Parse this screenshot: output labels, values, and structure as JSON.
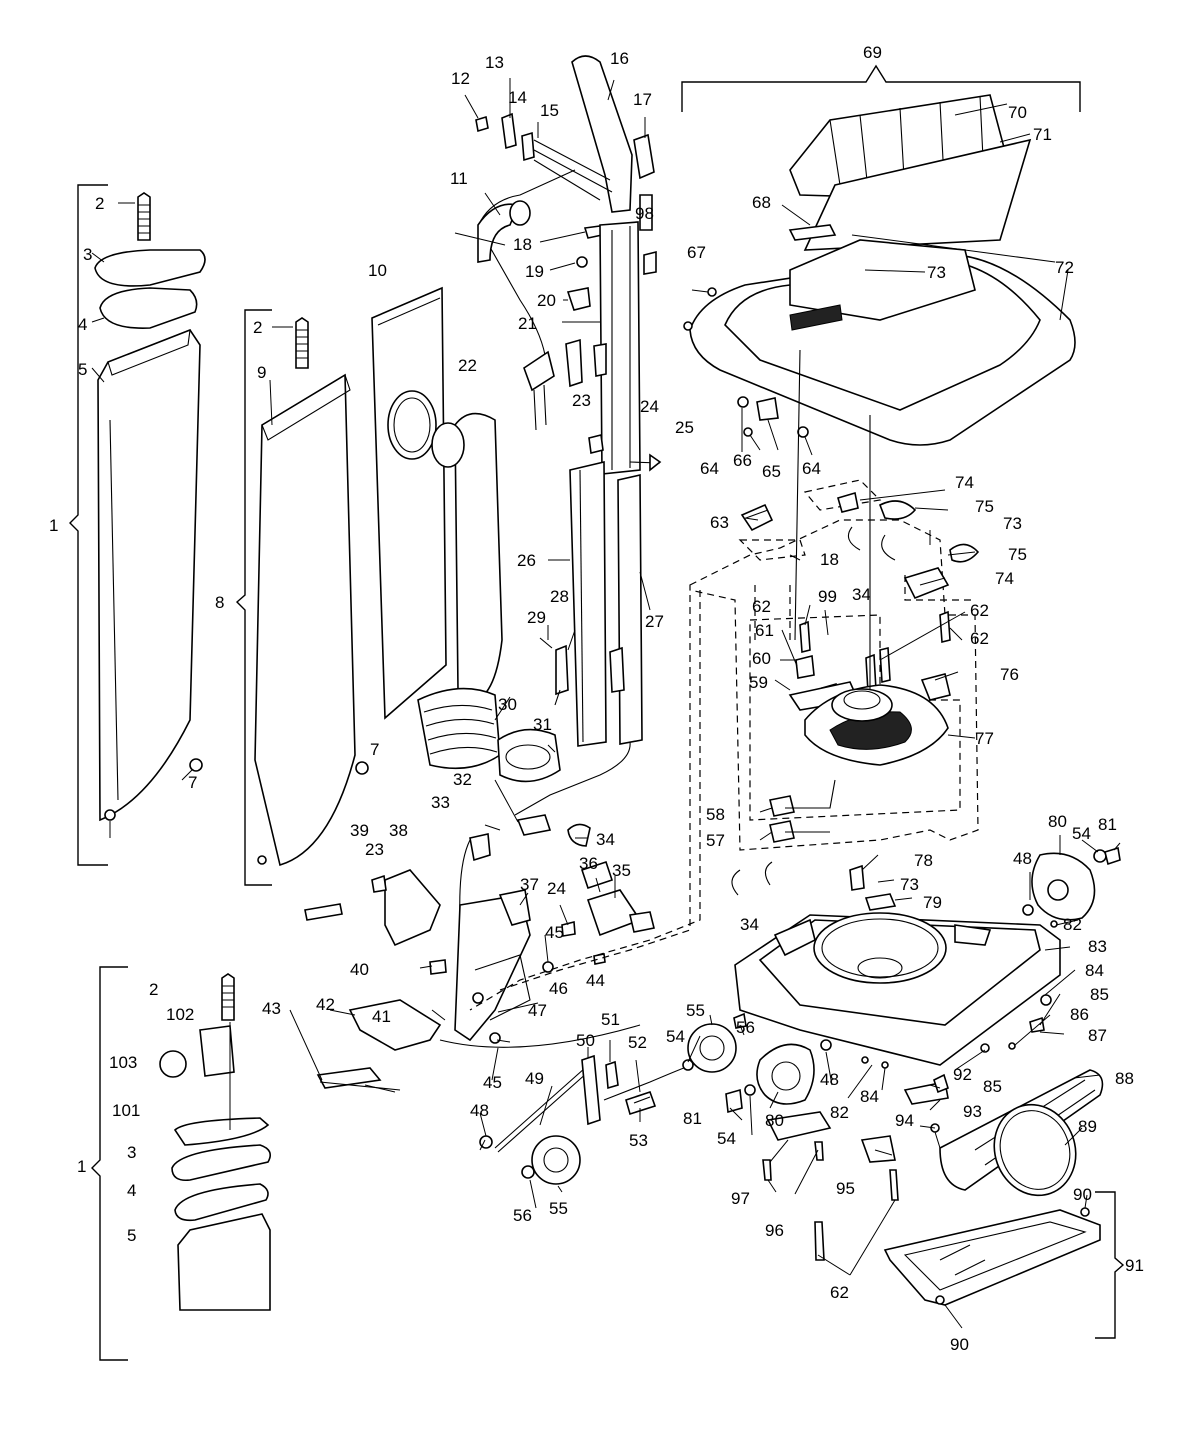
{
  "labels": {
    "l1a": "1",
    "l1b": "1",
    "l2a": "2",
    "l2b": "2",
    "l2c": "2",
    "l3a": "3",
    "l3b": "3",
    "l4a": "4",
    "l4b": "4",
    "l5a": "5",
    "l5b": "5",
    "l7a": "7",
    "l7b": "7",
    "l8": "8",
    "l9": "9",
    "l10": "10",
    "l11": "11",
    "l12": "12",
    "l13": "13",
    "l14": "14",
    "l15": "15",
    "l16": "16",
    "l17": "17",
    "l18a": "18",
    "l18b": "18",
    "l19": "19",
    "l20": "20",
    "l21": "21",
    "l22": "22",
    "l23a": "23",
    "l23b": "23",
    "l24a": "24",
    "l24b": "24",
    "l25": "25",
    "l26": "26",
    "l27": "27",
    "l28": "28",
    "l29": "29",
    "l30": "30",
    "l31": "31",
    "l32": "32",
    "l33": "33",
    "l34a": "34",
    "l34b": "34",
    "l34c": "34",
    "l35": "35",
    "l36": "36",
    "l37": "37",
    "l38": "38",
    "l39": "39",
    "l40": "40",
    "l41": "41",
    "l42": "42",
    "l43": "43",
    "l44": "44",
    "l45a": "45",
    "l45b": "45",
    "l46": "46",
    "l47": "47",
    "l48a": "48",
    "l48b": "48",
    "l48c": "48",
    "l49": "49",
    "l50": "50",
    "l51": "51",
    "l52": "52",
    "l53": "53",
    "l54a": "54",
    "l54b": "54",
    "l54c": "54",
    "l55a": "55",
    "l55b": "55",
    "l56a": "56",
    "l56b": "56",
    "l57": "57",
    "l58": "58",
    "l59": "59",
    "l60": "60",
    "l61": "61",
    "l62a": "62",
    "l62b": "62",
    "l62c": "62",
    "l62d": "62",
    "l63": "63",
    "l64a": "64",
    "l64b": "64",
    "l65": "65",
    "l66": "66",
    "l67": "67",
    "l68": "68",
    "l69": "69",
    "l70": "70",
    "l71": "71",
    "l72": "72",
    "l73a": "73",
    "l73b": "73",
    "l73c": "73",
    "l74a": "74",
    "l74b": "74",
    "l75a": "75",
    "l75b": "75",
    "l76": "76",
    "l77": "77",
    "l78": "78",
    "l79": "79",
    "l80a": "80",
    "l80b": "80",
    "l81a": "81",
    "l81b": "81",
    "l82a": "82",
    "l82b": "82",
    "l83": "83",
    "l84a": "84",
    "l84b": "84",
    "l85a": "85",
    "l85b": "85",
    "l86": "86",
    "l87": "87",
    "l88": "88",
    "l89": "89",
    "l90a": "90",
    "l90b": "90",
    "l91": "91",
    "l92": "92",
    "l93": "93",
    "l94": "94",
    "l95": "95",
    "l96": "96",
    "l97": "97",
    "l98": "98",
    "l99": "99",
    "l101": "101",
    "l102": "102",
    "l103": "103"
  }
}
